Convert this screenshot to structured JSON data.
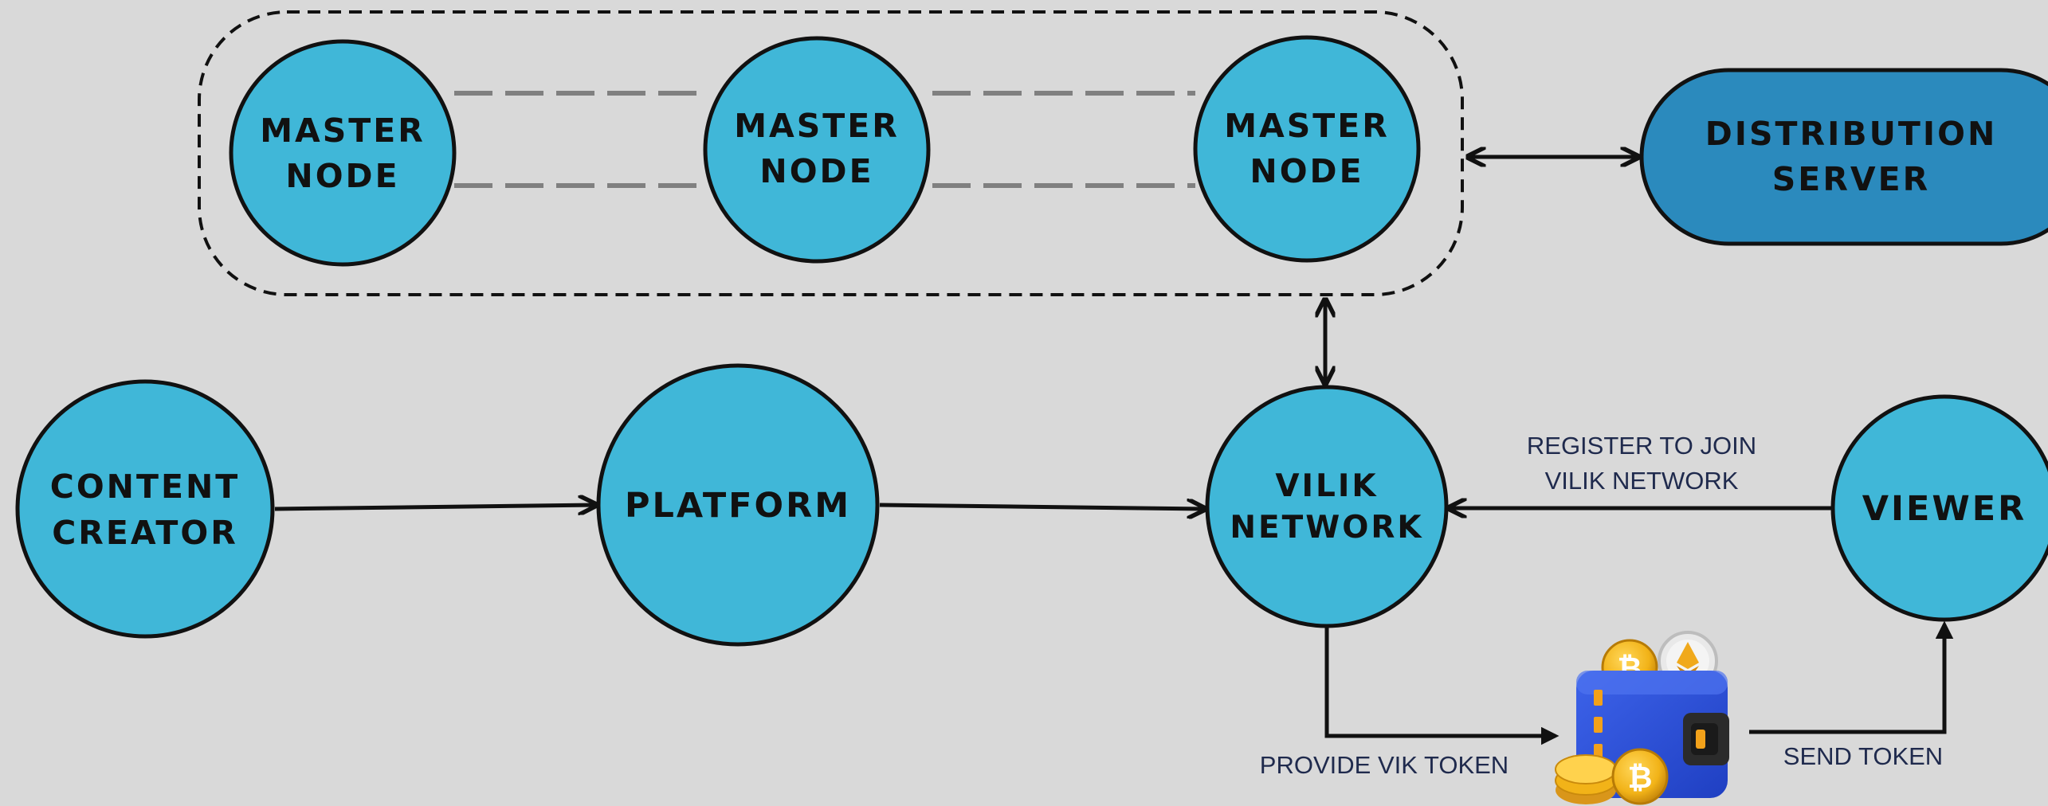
{
  "colors": {
    "background": "#d9d9d9",
    "node_fill": "#40b7d8",
    "server_fill": "#2b8abd",
    "stroke": "#111111",
    "dashed_link": "#808080",
    "label_text": "#1f2a4d"
  },
  "master_cluster": {
    "nodes": [
      {
        "line1": "MASTER",
        "line2": "NODE"
      },
      {
        "line1": "MASTER",
        "line2": "NODE"
      },
      {
        "line1": "MASTER",
        "line2": "NODE"
      }
    ]
  },
  "distribution_server": {
    "line1": "DISTRIBUTION",
    "line2": "SERVER"
  },
  "content_creator": {
    "line1": "CONTENT",
    "line2": "CREATOR"
  },
  "platform": {
    "label": "PLATFORM"
  },
  "vilik_network": {
    "line1": "VILIK",
    "line2": "NETWORK"
  },
  "viewer": {
    "label": "VIEWER"
  },
  "edges": {
    "register": {
      "line1": "REGISTER TO JOIN",
      "line2": "VILIK NETWORK"
    },
    "provide_token": "PROVIDE VIK TOKEN",
    "send_token": "SEND TOKEN"
  },
  "wallet": {
    "icon": "crypto-wallet-icon",
    "coins": [
      "bitcoin-icon",
      "ethereum-icon",
      "bitcoin-icon"
    ]
  }
}
